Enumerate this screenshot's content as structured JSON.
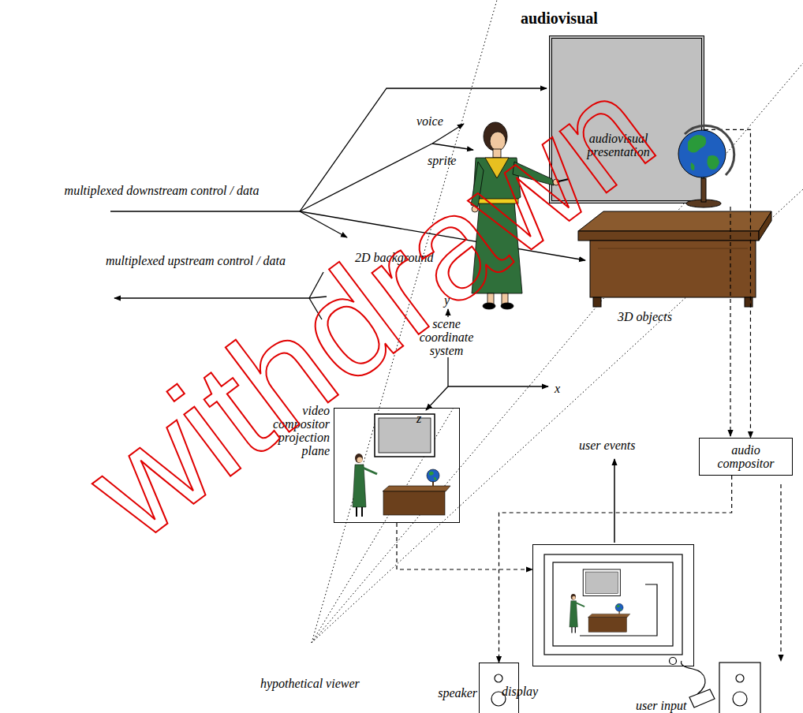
{
  "diagram": {
    "nodes": [
      {
        "text": [
          "audiovisual presentation"
        ]
      },
      {
        "text": [
          "audio compositor"
        ]
      },
      {
        "text": [
          "video compositor projection plane"
        ]
      },
      {
        "text": [
          "display"
        ]
      },
      {
        "text": [
          "speaker"
        ]
      }
    ],
    "edges": [
      {
        "from": 0,
        "to": 1,
        "arrow": "to"
      },
      {
        "from": 1,
        "to": 4,
        "arrow": "to"
      },
      {
        "from": 2,
        "to": 3,
        "arrow": "to"
      }
    ],
    "labels": [
      "audiovisual",
      "voice",
      "sprite",
      "multiplexed downstream control / data",
      "2D background",
      "multiplexed upstream control / data",
      "3D objects",
      "y",
      "scene coordinate system",
      "x",
      "z",
      "user events",
      "hypothetical viewer",
      "user input",
      "withdrawn"
    ]
  }
}
